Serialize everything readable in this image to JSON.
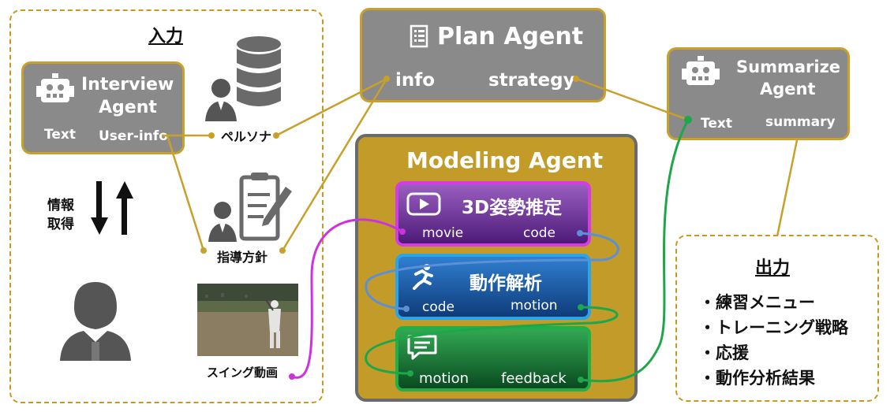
{
  "input_panel": {
    "title": "入力"
  },
  "interview_agent": {
    "title_line1": "Interview",
    "title_line2": "Agent",
    "port_text": "Text",
    "port_userinfo": "User-info"
  },
  "persona": {
    "label": "ペルソナ"
  },
  "guidance": {
    "label": "指導方針"
  },
  "swing": {
    "label": "スイング動画"
  },
  "info_acquire": {
    "line1": "情報",
    "line2": "取得"
  },
  "plan_agent": {
    "title": "Plan Agent",
    "port_info": "info",
    "port_strategy": "strategy"
  },
  "summarize_agent": {
    "title_line1": "Summarize",
    "title_line2": "Agent",
    "port_text": "Text",
    "port_summary": "summary"
  },
  "modeling_agent": {
    "title": "Modeling Agent",
    "pose": {
      "title": "3D姿勢推定",
      "port_in": "movie",
      "port_out": "code"
    },
    "motion": {
      "title": "動作解析",
      "port_in": "code",
      "port_out": "motion"
    },
    "feedback": {
      "port_in": "motion",
      "port_out": "feedback"
    }
  },
  "output_panel": {
    "title": "出力",
    "items": [
      "・練習メニュー",
      "・トレーニング戦略",
      "・応援",
      "・動作分析結果"
    ]
  },
  "colors": {
    "gold": "#c8a02a",
    "agent_gray": "#8a8a8a",
    "modeling_bg": "#c39b28",
    "purple": "#cc33dd",
    "blue": "#2e8fd8",
    "green": "#1fa64a"
  }
}
